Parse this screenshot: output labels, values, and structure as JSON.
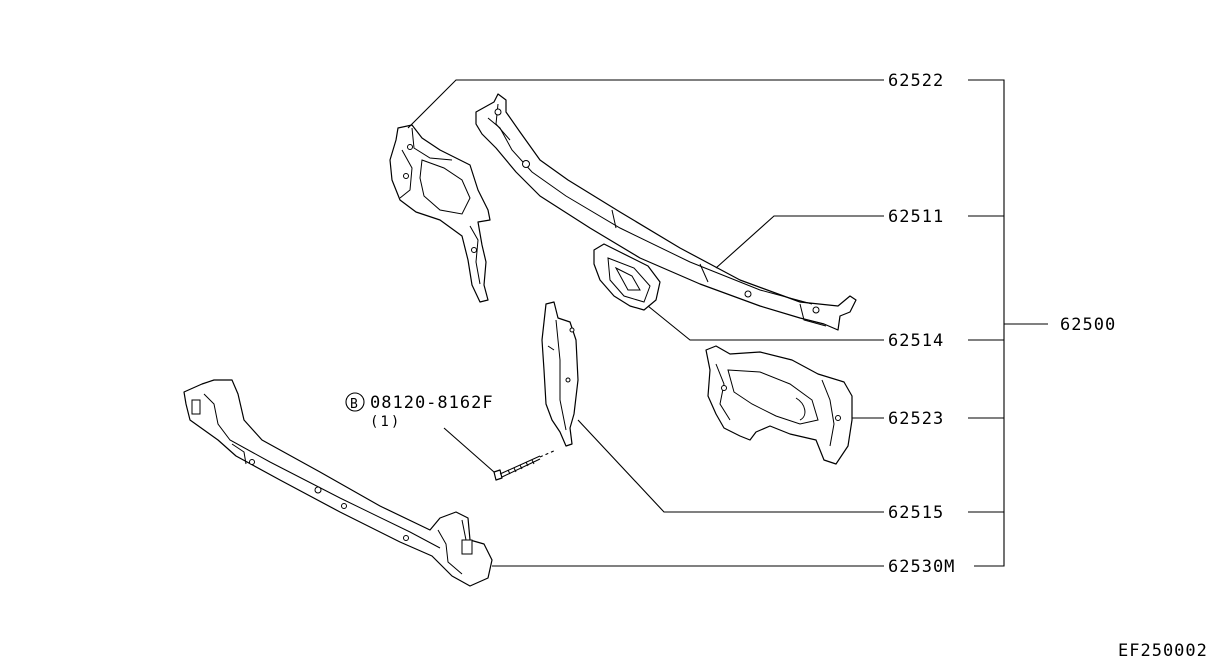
{
  "labels": {
    "p62522": "62522",
    "p62511": "62511",
    "p62514": "62514",
    "p62523": "62523",
    "p62515": "62515",
    "p62530m": "62530M",
    "p62500": "62500"
  },
  "fastener": {
    "marker": "B",
    "part_number": "08120-8162F",
    "quantity": "(1)"
  },
  "diagram_code": "EF250002"
}
